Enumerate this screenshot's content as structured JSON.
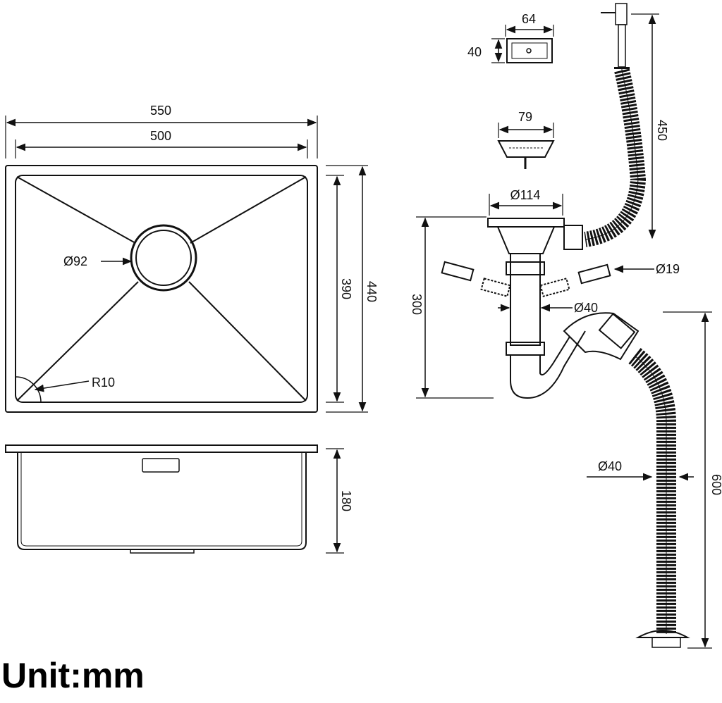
{
  "unit_label": "Unit:mm",
  "sink": {
    "overall_width": "550",
    "inner_width": "500",
    "drain_diameter": "Ø92",
    "corner_radius": "R10",
    "inner_depth": "390",
    "overall_depth": "440",
    "bowl_height": "180"
  },
  "drain_kit": {
    "overflow_width": "64",
    "overflow_height": "40",
    "basket_diameter": "79",
    "hose_length": "450",
    "strainer_diameter": "Ø114",
    "trap_height": "300",
    "connector_diameter": "Ø19",
    "pipe_diameter": "Ø40",
    "outlet_diameter": "Ø40",
    "outlet_hose_length": "600"
  },
  "colors": {
    "line": "#111111",
    "background": "#ffffff"
  }
}
